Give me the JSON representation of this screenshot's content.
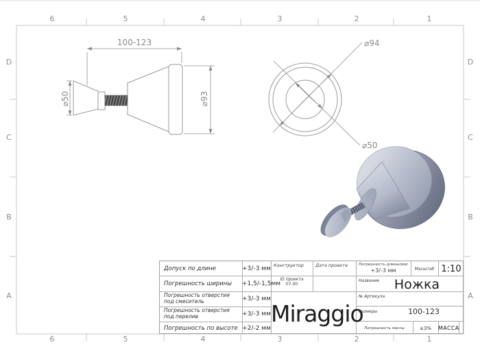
{
  "frame": {
    "columns_top": [
      "6",
      "5",
      "4",
      "3",
      "2",
      "1"
    ],
    "columns_bottom": [
      "6",
      "5",
      "4",
      "3",
      "2",
      "1"
    ],
    "rows_left": [
      "D",
      "C",
      "B",
      "A"
    ],
    "rows_right": [
      "D",
      "C",
      "B",
      "A"
    ]
  },
  "drawing": {
    "side_view": {
      "length_dim": "100-123",
      "foot_dia": "⌀50",
      "base_dia": "⌀93"
    },
    "top_view": {
      "outer_dia": "⌀94",
      "inner_dia": "⌀50"
    }
  },
  "title_block": {
    "tolerances": [
      {
        "label": "Допуск по длине",
        "value": "+3/-3 мм"
      },
      {
        "label": "Погрешность ширины",
        "value": "+1,5/-1,5мм"
      },
      {
        "label": "Погрешность отверстия под смеситель",
        "value": "+3/-3 мм"
      },
      {
        "label": "Погрешность отверстия под перелив",
        "value": "+3/-3 мм"
      },
      {
        "label": "Погрешность по высоте",
        "value": "+2/-2 мм"
      }
    ],
    "constructor_label": "Конструктор",
    "project_date_label": "Дата проекта",
    "project_id_label": "ID проекта",
    "project_id_value": "07.00",
    "brand": "Miraggio",
    "length_tolerance_label": "Погрешность длины(мм)",
    "length_tolerance_value": "+3/-3 мм",
    "scale_label": "Масштаб",
    "scale_value": "1:10",
    "name_label": "Название",
    "name_value": "Ножка",
    "article_label": "№ Артикула",
    "dimensions_label": "Размеры",
    "dimensions_value": "100-123",
    "mass_tolerance_label": "Погрешность массы",
    "mass_tolerance_value": "±3%",
    "mass_label": "МАССА"
  },
  "colors": {
    "frame_line": "#c9c9c9",
    "drawing_line": "#989898",
    "dim_text": "#8a8a8a",
    "table_line": "#ababab",
    "render_base": "#b2b8c6",
    "render_highlight": "#d6dae3",
    "render_shadow": "#6c7286"
  }
}
